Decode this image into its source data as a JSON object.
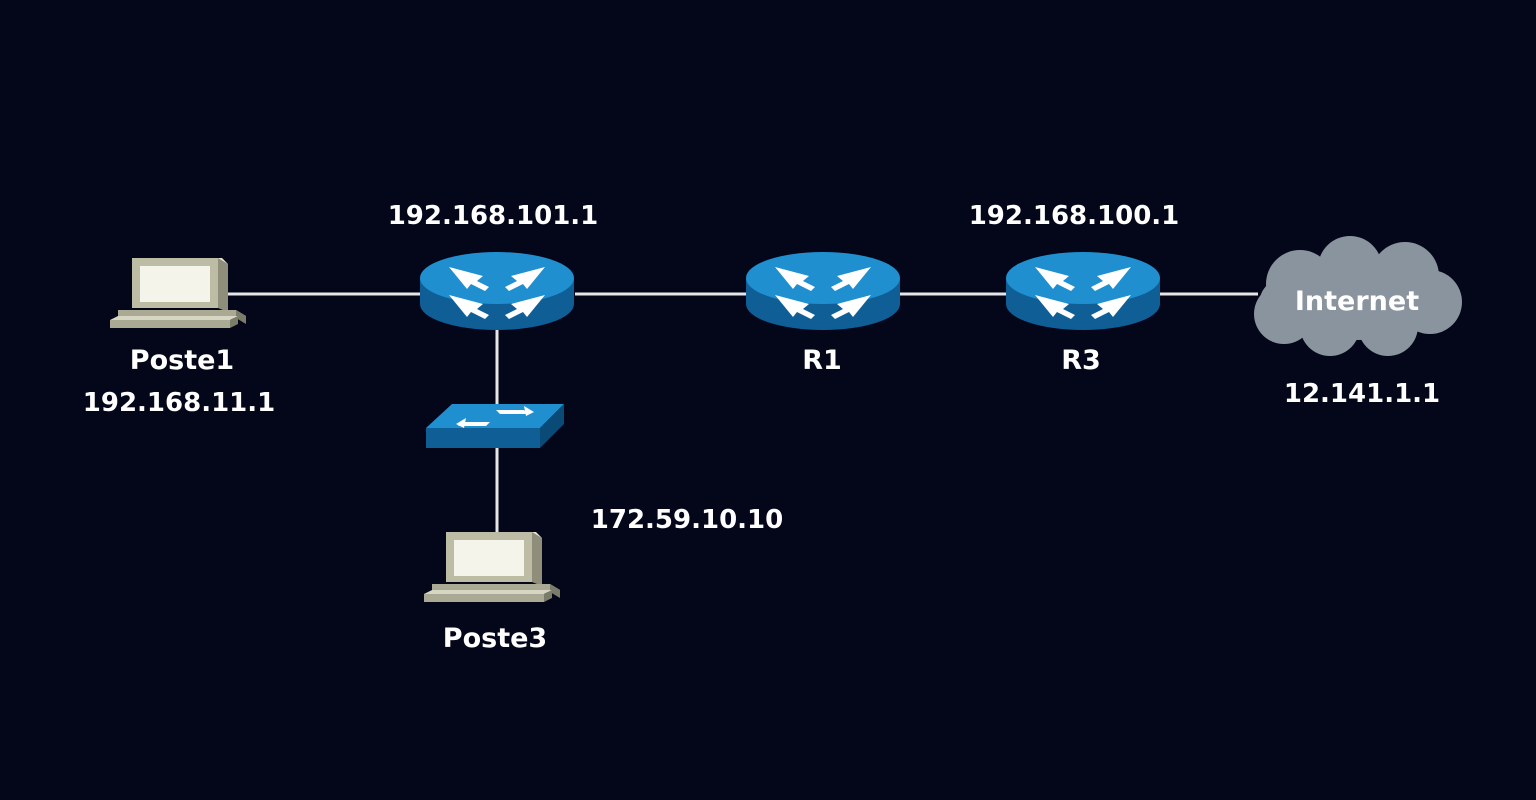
{
  "labels": {
    "poste1": "Poste1",
    "poste1_ip": "192.168.11.1",
    "router_left_ip": "192.168.101.1",
    "r1": "R1",
    "r3": "R3",
    "r3_ip": "192.168.100.1",
    "internet": "Internet",
    "internet_ip": "12.141.1.1",
    "poste3": "Poste3",
    "switch_ip": "172.59.10.10"
  },
  "icons": {
    "pc": "computer-icon",
    "router": "router-icon",
    "switch": "switch-icon",
    "cloud": "cloud-icon"
  },
  "colors": {
    "background": "#04061a",
    "link": "#e6e6e6",
    "router_top": "#1f8fd0",
    "router_side": "#0f5f96",
    "cloud": "#8a949e",
    "pc_body": "#c9c9b4",
    "label": "#ffffff"
  }
}
